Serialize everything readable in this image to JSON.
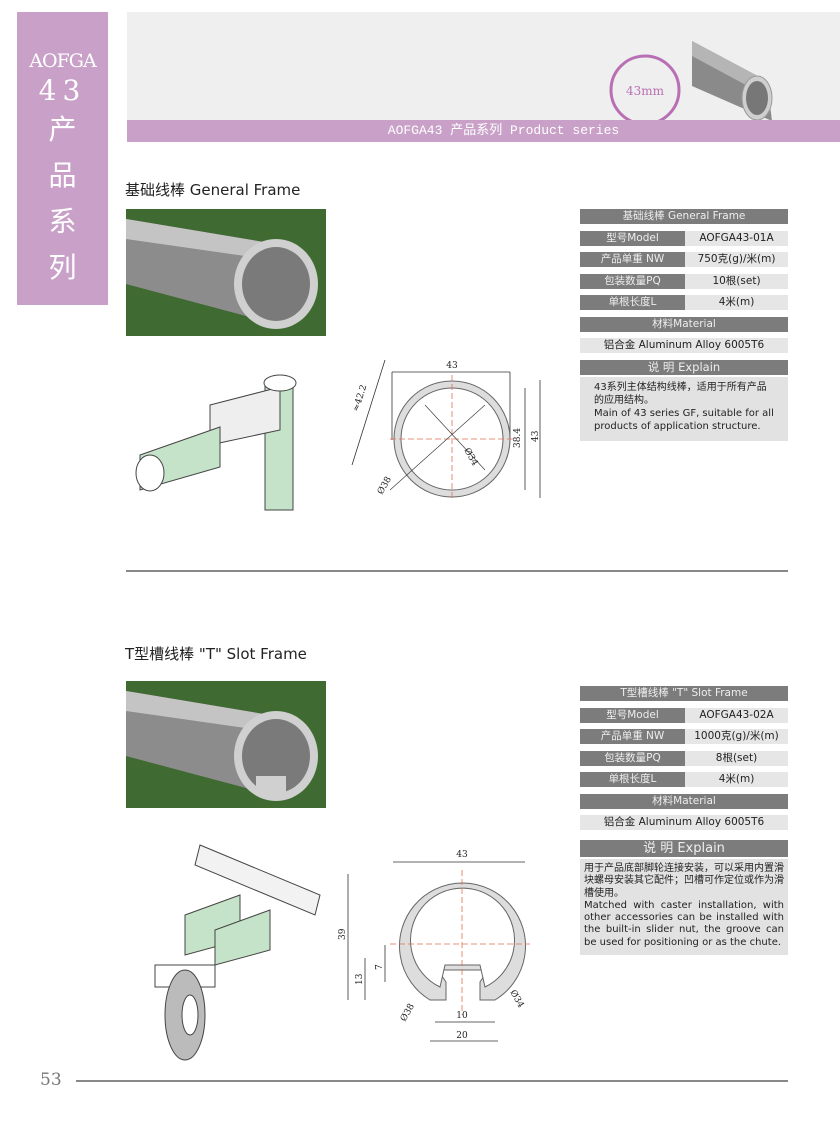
{
  "sidebar": {
    "brand": "AOFGA",
    "number": "43",
    "chars": [
      "产",
      "品",
      "系",
      "列"
    ]
  },
  "header": {
    "badge": "43mm",
    "band": "AOFGA43 产品系列  Product series"
  },
  "sections": [
    {
      "title": "基础线棒  General Frame",
      "table": {
        "title": "基础线棒  General Frame",
        "rows": [
          {
            "k": "型号Model",
            "v": "AOFGA43-01A"
          },
          {
            "k": "产品单重 NW",
            "v": "750克(g)/米(m)"
          },
          {
            "k": "包装数量PQ",
            "v": "10根(set)"
          },
          {
            "k": "单根长度L",
            "v": "4米(m)"
          }
        ],
        "material_label": "材料Material",
        "material": "铝合金 Aluminum Alloy 6005T6",
        "explain_label": "说 明  Explain",
        "explain_cn": "43系列主体结构线棒，适用于所有产品的应用结构。",
        "explain_en": "Main of 43 series GF, suitable for all products of application structure."
      },
      "dims": {
        "width": "43",
        "diag": "≈42.2",
        "height": "43",
        "inner": "38.4",
        "d1": "Ø34",
        "d2": "Ø38"
      }
    },
    {
      "title": "T型槽线棒   \"T\" Slot Frame",
      "table": {
        "title": "T型槽线棒  \"T\" Slot Frame",
        "rows": [
          {
            "k": "型号Model",
            "v": "AOFGA43-02A"
          },
          {
            "k": "产品单重 NW",
            "v": "1000克(g)/米(m)"
          },
          {
            "k": "包装数量PQ",
            "v": "8根(set)"
          },
          {
            "k": "单根长度L",
            "v": "4米(m)"
          }
        ],
        "material_label": "材料Material",
        "material": "铝合金 Aluminum Alloy 6005T6",
        "explain_label": "说 明  Explain",
        "explain_cn": "用于产品底部脚轮连接安装，可以采用内置滑块螺母安装其它配件；凹槽可作定位或作为滑槽使用。",
        "explain_en": "Matched with caster installation, with other accessories can be installed with the built-in slider nut, the groove can be used for positioning or as the chute."
      },
      "dims": {
        "width": "43",
        "height": "39",
        "h13": "13",
        "h7": "7",
        "slot": "10",
        "base": "20",
        "d1": "Ø34",
        "d2": "Ø38"
      }
    }
  ],
  "footer": {
    "page": "53"
  },
  "colors": {
    "accent": "#c9a1c8",
    "cell_dark": "#7c7c7c",
    "cell_light": "#e6e6e6",
    "photo_bg": "#3f6b33"
  }
}
